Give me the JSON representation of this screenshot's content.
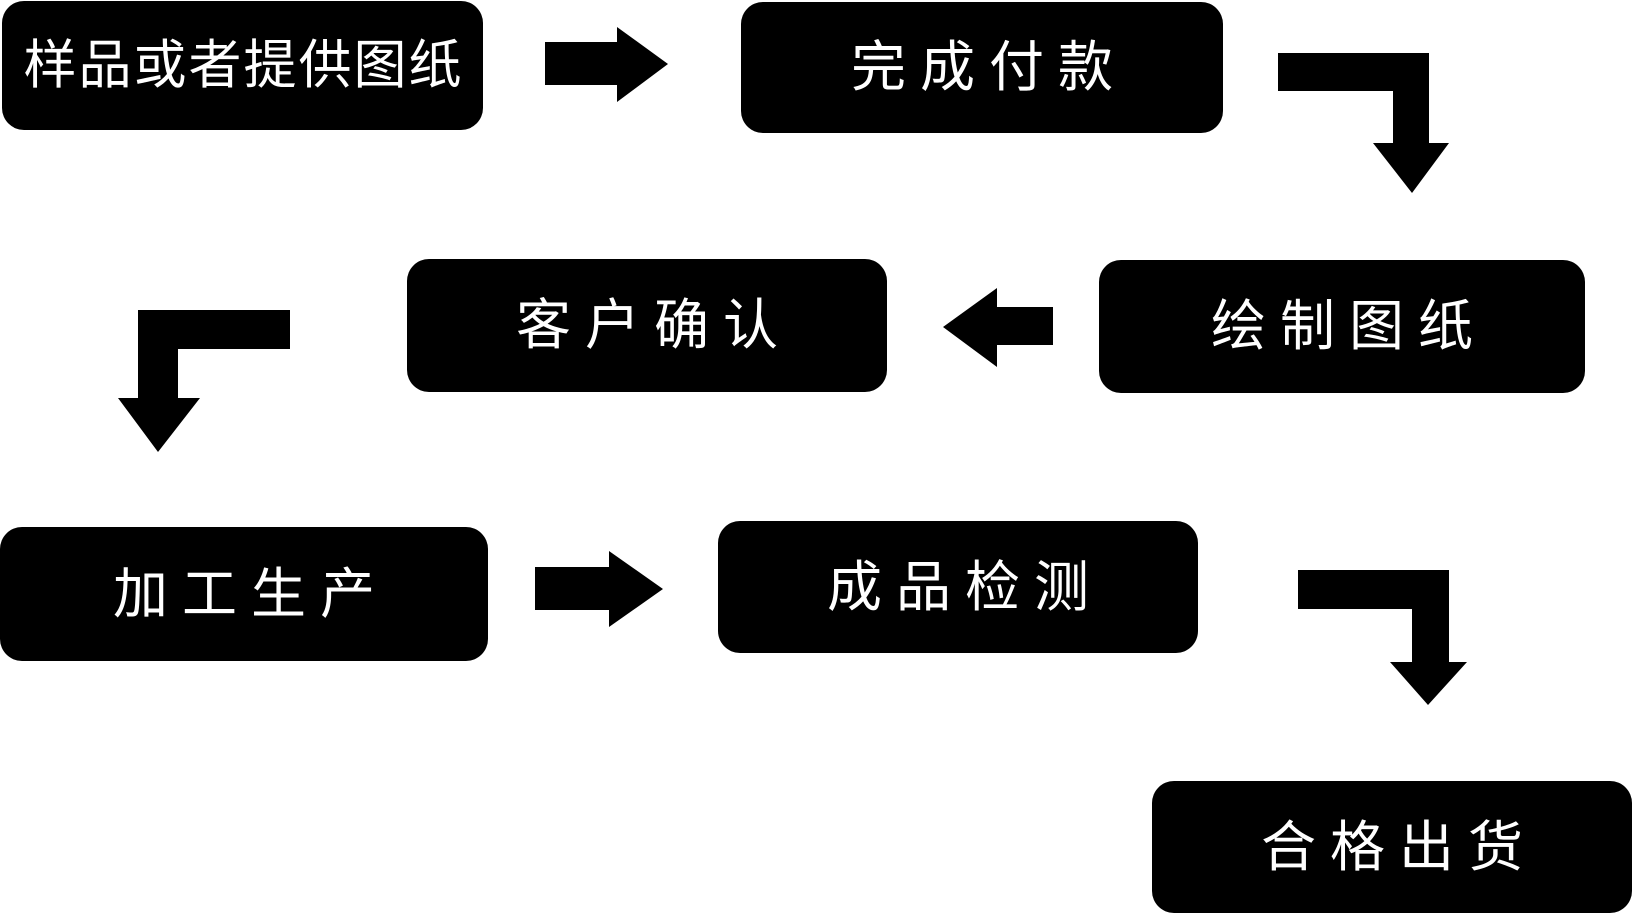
{
  "diagram": {
    "type": "flowchart",
    "colors": {
      "background": "#ffffff",
      "node_fill": "#000000",
      "node_text": "#ffffff",
      "arrow": "#000000"
    },
    "nodes": [
      {
        "id": "step-1",
        "label": "样品或者提供图纸"
      },
      {
        "id": "step-2",
        "label": "完成付款"
      },
      {
        "id": "step-3",
        "label": "绘制图纸"
      },
      {
        "id": "step-4",
        "label": "客户确认"
      },
      {
        "id": "step-5",
        "label": "加工生产"
      },
      {
        "id": "step-6",
        "label": "成品检测"
      },
      {
        "id": "step-7",
        "label": "合格出货"
      }
    ],
    "flow": [
      {
        "from": "样品或者提供图纸",
        "to": "完成付款",
        "arrow": "right"
      },
      {
        "from": "完成付款",
        "to": "绘制图纸",
        "arrow": "elbow-down-right"
      },
      {
        "from": "绘制图纸",
        "to": "客户确认",
        "arrow": "left"
      },
      {
        "from": "客户确认",
        "to": "加工生产",
        "arrow": "elbow-down-left"
      },
      {
        "from": "加工生产",
        "to": "成品检测",
        "arrow": "right"
      },
      {
        "from": "成品检测",
        "to": "合格出货",
        "arrow": "elbow-down-right"
      }
    ]
  }
}
